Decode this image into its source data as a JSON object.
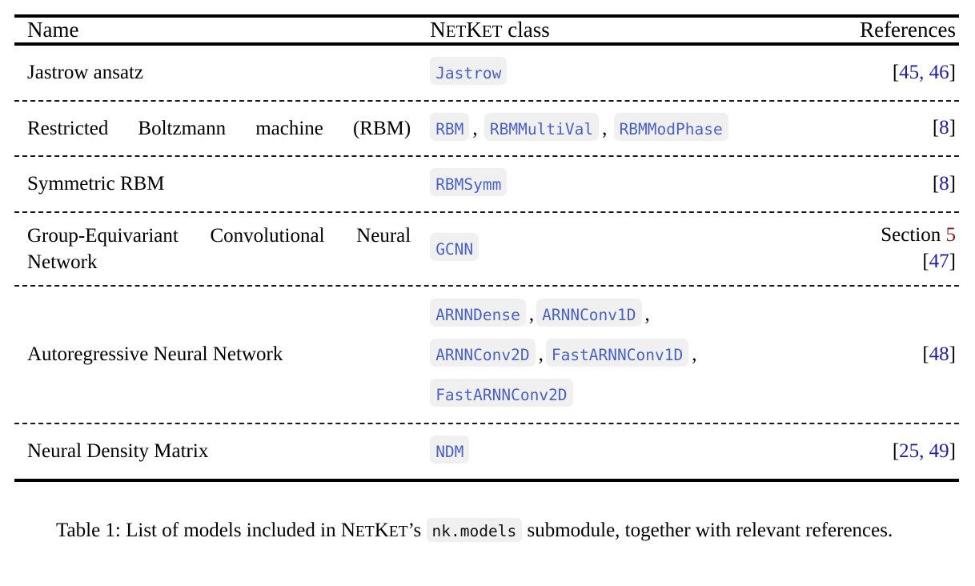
{
  "table": {
    "header": {
      "name": "Name",
      "netket_class_prefix": "N",
      "netket_class_small1": "ET",
      "netket_class_cap2": "K",
      "netket_class_small2": "ET",
      "netket_class_suffix": " class",
      "references": "References"
    },
    "rows": [
      {
        "name": "Jastrow ansatz",
        "name_justify": "nojust",
        "classes": [
          "Jastrow"
        ],
        "class_spread": false,
        "refs": [
          {
            "type": "citation",
            "open": "[",
            "nums": "45, 46",
            "close": "]"
          }
        ]
      },
      {
        "name": "Restricted Boltzmann machine (RBM)",
        "name_justify": "justify",
        "classes": [
          "RBM",
          "RBMMultiVal",
          "RBMModPhase"
        ],
        "class_spread": false,
        "refs": [
          {
            "type": "citation",
            "open": "[",
            "nums": "8",
            "close": "]"
          }
        ]
      },
      {
        "name": "Symmetric RBM",
        "name_justify": "nojust",
        "classes": [
          "RBMSymm"
        ],
        "class_spread": false,
        "refs": [
          {
            "type": "citation",
            "open": "[",
            "nums": "8",
            "close": "]"
          }
        ]
      },
      {
        "name": "Group-Equivariant Convolutional Neural Network",
        "name_justify": "justify",
        "classes": [
          "GCNN"
        ],
        "class_spread": false,
        "refs": [
          {
            "type": "section",
            "label": "Section ",
            "num": "5"
          },
          {
            "type": "citation",
            "open": "[",
            "nums": "47",
            "close": "]"
          }
        ]
      },
      {
        "name": "Autoregressive Neural Network",
        "name_justify": "nojust",
        "classes_lines": [
          [
            "ARNNDense",
            "ARNNConv1D"
          ],
          [
            "ARNNConv2D",
            "FastARNNConv1D"
          ],
          [
            "FastARNNConv2D"
          ]
        ],
        "class_spread": true,
        "refs": [
          {
            "type": "citation",
            "open": "[",
            "nums": "48",
            "close": "]"
          }
        ]
      },
      {
        "name": "Neural Density Matrix",
        "name_justify": "nojust",
        "classes": [
          "NDM"
        ],
        "class_spread": false,
        "refs": [
          {
            "type": "citation",
            "open": "[",
            "nums": "25, 49",
            "close": "]"
          }
        ]
      }
    ]
  },
  "caption": {
    "label": "Table 1: ",
    "text_before": "List of models included in ",
    "netket_prefix": "N",
    "netket_small1": "ET",
    "netket_cap2": "K",
    "netket_small2": "ET",
    "possessive": "’s ",
    "code": "nk.models",
    "text_after": " submodule, together with relevant references."
  },
  "colors": {
    "code_blue": "#4a63c0",
    "code_bg": "#f0f0f0",
    "citation_blue": "#1f1f9e",
    "section_red": "#8b1a1a",
    "rule_black": "#000000"
  }
}
